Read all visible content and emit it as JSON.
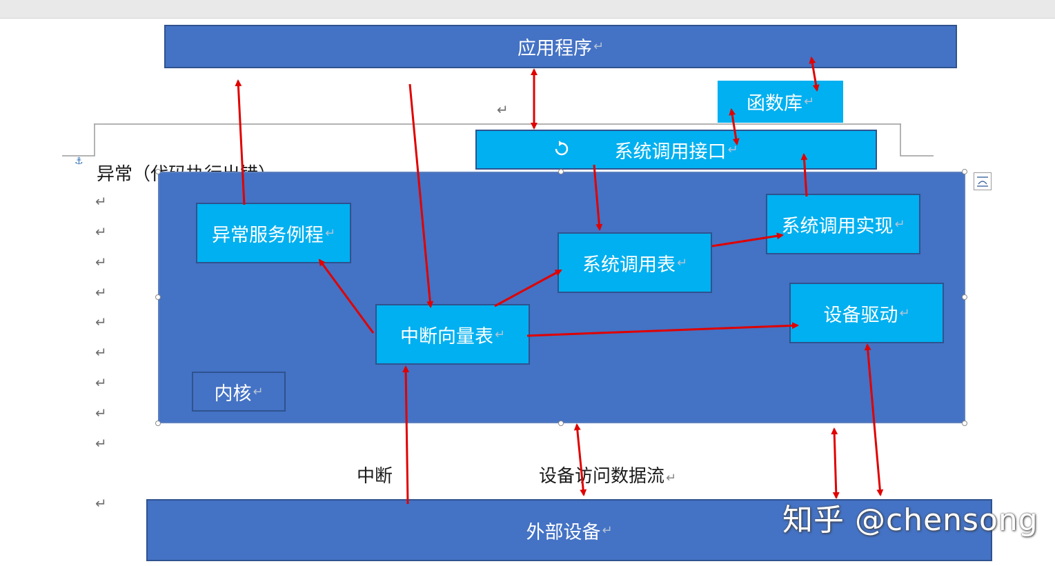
{
  "boxes": {
    "app": "应用程序",
    "lib": "函数库",
    "syscall_interface": "系统调用接口",
    "exception_routine": "异常服务例程",
    "syscall_table": "系统调用表",
    "syscall_impl": "系统调用实现",
    "device_driver": "设备驱动",
    "interrupt_vector_table": "中断向量表",
    "kernel": "内核",
    "external_device": "外部设备"
  },
  "labels": {
    "exception": "异常（代码执行出错）",
    "interrupt": "中断",
    "device_access_flow": "设备访问数据流"
  },
  "marks": {
    "para": "↵",
    "anchor": "⚓"
  },
  "watermark": "知乎 @chensong",
  "colors": {
    "dark_box": "#4472c4",
    "light_box": "#00b0f0",
    "arrow": "#e00000",
    "box_border": "#2f528f"
  }
}
